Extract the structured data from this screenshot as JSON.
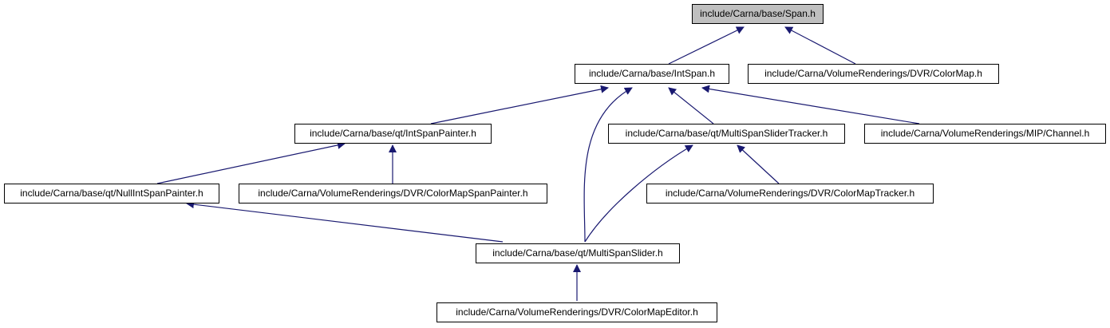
{
  "colors": {
    "root_fill": "#bfbfbf",
    "node_fill": "#ffffff",
    "node_border": "#000000",
    "edge": "#191970"
  },
  "nodes": {
    "span": "include/Carna/base/Span.h",
    "int_span": "include/Carna/base/IntSpan.h",
    "color_map": "include/Carna/VolumeRenderings/DVR/ColorMap.h",
    "int_span_painter": "include/Carna/base/qt/IntSpanPainter.h",
    "multi_span_slider_tracker": "include/Carna/base/qt/MultiSpanSliderTracker.h",
    "mip_channel": "include/Carna/VolumeRenderings/MIP/Channel.h",
    "null_int_span_painter": "include/Carna/base/qt/NullIntSpanPainter.h",
    "color_map_span_painter": "include/Carna/VolumeRenderings/DVR/ColorMapSpanPainter.h",
    "color_map_tracker": "include/Carna/VolumeRenderings/DVR/ColorMapTracker.h",
    "multi_span_slider": "include/Carna/base/qt/MultiSpanSlider.h",
    "color_map_editor": "include/Carna/VolumeRenderings/DVR/ColorMapEditor.h"
  }
}
